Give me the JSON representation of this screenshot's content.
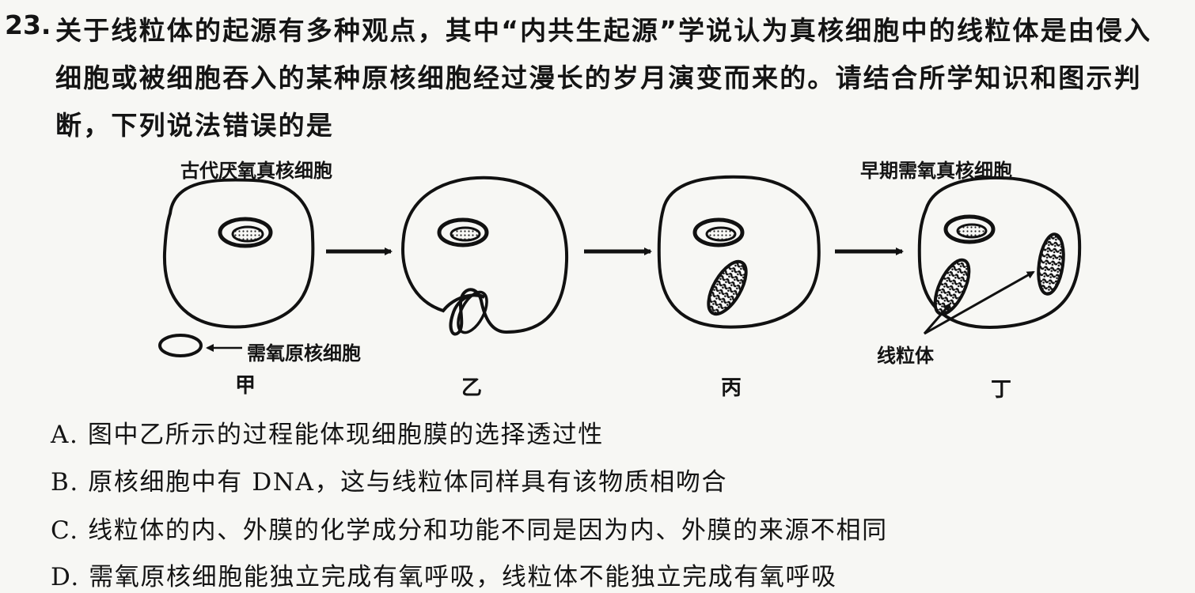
{
  "question": {
    "number": "23.",
    "lines": [
      "关于线粒体的起源有多种观点，其中“内共生起源”学说认为真核细胞中的线粒体是由侵入",
      "细胞或被细胞吞入的某种原核细胞经过漫长的岁月演变而来的。请结合所学知识和图示判",
      "断，下列说法错误的是"
    ]
  },
  "figure": {
    "label_top_left": "古代厌氧真核细胞",
    "label_top_right": "早期需氧真核细胞",
    "label_prokaryote": "需氧原核细胞",
    "label_mitochondria": "线粒体",
    "stages": [
      "甲",
      "乙",
      "丙",
      "丁"
    ]
  },
  "options": [
    "A. 图中乙所示的过程能体现细胞膜的选择透过性",
    "B. 原核细胞中有 DNA，这与线粒体同样具有该物质相吻合",
    "C. 线粒体的内、外膜的化学成分和功能不同是因为内、外膜的来源不相同",
    "D. 需氧原核细胞能独立完成有氧呼吸，线粒体不能独立完成有氧呼吸"
  ]
}
